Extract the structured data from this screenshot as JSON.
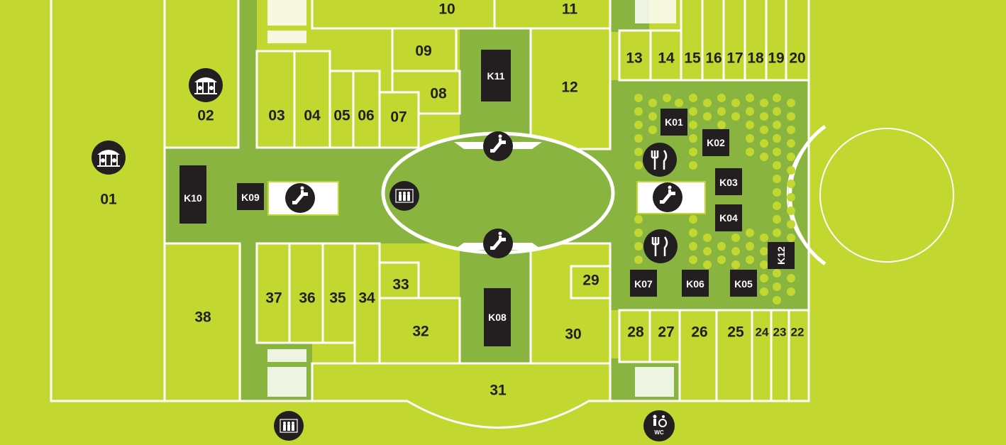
{
  "colors": {
    "background": "#c2d72f",
    "corridor": "#89b440",
    "dark": "#231f20",
    "line": "#ffffff"
  },
  "units": {
    "u01": "01",
    "u02": "02",
    "u03": "03",
    "u04": "04",
    "u05": "05",
    "u06": "06",
    "u07": "07",
    "u08": "08",
    "u09": "09",
    "u10": "10",
    "u11": "11",
    "u12": "12",
    "u13": "13",
    "u14": "14",
    "u15": "15",
    "u16": "16",
    "u17": "17",
    "u18": "18",
    "u19": "19",
    "u20": "20",
    "u22": "22",
    "u23": "23",
    "u24": "24",
    "u25": "25",
    "u26": "26",
    "u27": "27",
    "u28": "28",
    "u29": "29",
    "u30": "30",
    "u31": "31",
    "u32": "32",
    "u33": "33",
    "u34": "34",
    "u35": "35",
    "u36": "36",
    "u37": "37",
    "u38": "38"
  },
  "kiosks": {
    "k01": "K01",
    "k02": "K02",
    "k03": "K03",
    "k04": "K04",
    "k05": "K05",
    "k06": "K06",
    "k07": "K07",
    "k08": "K08",
    "k09": "K09",
    "k10": "K10",
    "k11": "K11",
    "k12": "K12"
  },
  "icons": [
    "carousel-icon",
    "escalator-icon",
    "elevator-icon",
    "restaurant-icon",
    "wc-icon"
  ],
  "wc_label": "WC"
}
